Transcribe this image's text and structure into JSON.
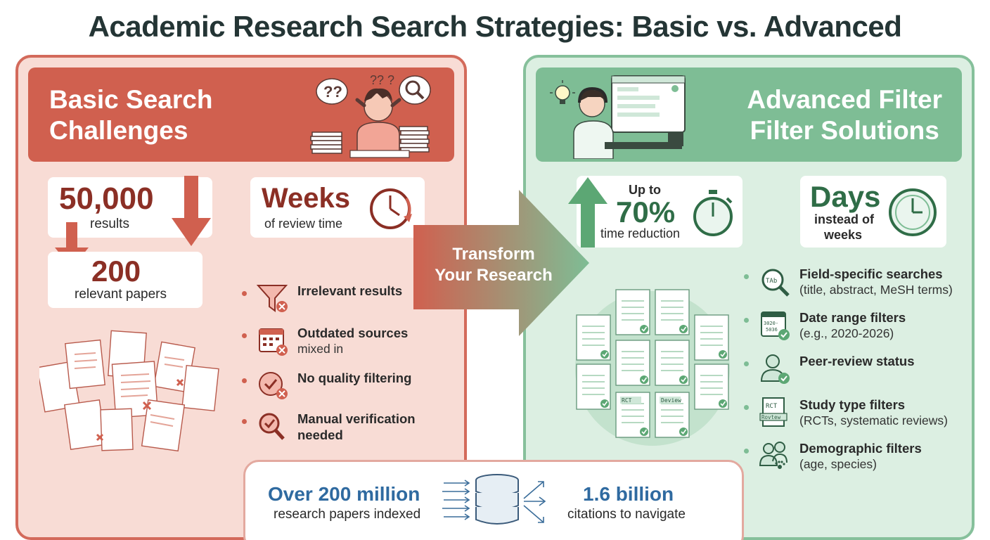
{
  "title": "Academic Research Search Strategies: Basic vs. Advanced",
  "left": {
    "heading_line1": "Basic Search",
    "heading_line2": "Challenges",
    "stat_results_value": "50,000",
    "stat_results_label": "results",
    "stat_relevant_value": "200",
    "stat_relevant_label": "relevant papers",
    "stat_weeks_value": "Weeks",
    "stat_weeks_label": "of review time",
    "bullets": [
      {
        "main": "Irrelevant results",
        "sub": ""
      },
      {
        "main": "Outdated sources",
        "sub": "mixed in"
      },
      {
        "main": "No quality filtering",
        "sub": ""
      },
      {
        "main": "Manual verification",
        "sub": "needed"
      }
    ]
  },
  "center": {
    "arrow_line1": "Transform",
    "arrow_line2": "Your Research"
  },
  "right": {
    "heading_line1": "Advanced Filter",
    "heading_line2": "Filter Solutions",
    "stat_reduction_prefix": "Up to",
    "stat_reduction_value": "70%",
    "stat_reduction_label": "time reduction",
    "stat_days_value": "Days",
    "stat_days_label_line1": "instead of",
    "stat_days_label_line2": "weeks",
    "bullets": [
      {
        "main": "Field-specific searches",
        "sub": "(title, abstract, MeSH terms)",
        "icon_text": "TAb"
      },
      {
        "main": "Date range filters",
        "sub": "(e.g., 2020-2026)",
        "icon_text": "3020-5036"
      },
      {
        "main": "Peer-review status",
        "sub": "",
        "icon_text": ""
      },
      {
        "main": "Study type filters",
        "sub": "(RCTs, systematic reviews)",
        "icon_text": "RCT"
      },
      {
        "main": "Demographic filters",
        "sub": "(age, species)",
        "icon_text": ""
      }
    ],
    "icon_text_review": "Rovtew",
    "doc_tags": [
      "RCT",
      "Deview"
    ]
  },
  "bottom": {
    "papers_value": "Over 200 million",
    "papers_label": "research papers indexed",
    "citations_value": "1.6 billion",
    "citations_label": "citations to navigate"
  },
  "colors": {
    "red_accent": "#d0604f",
    "red_panel": "#f8dcd5",
    "green_accent": "#7ebd95",
    "green_panel": "#dcefe2",
    "blue_stat": "#2f6aa0"
  }
}
